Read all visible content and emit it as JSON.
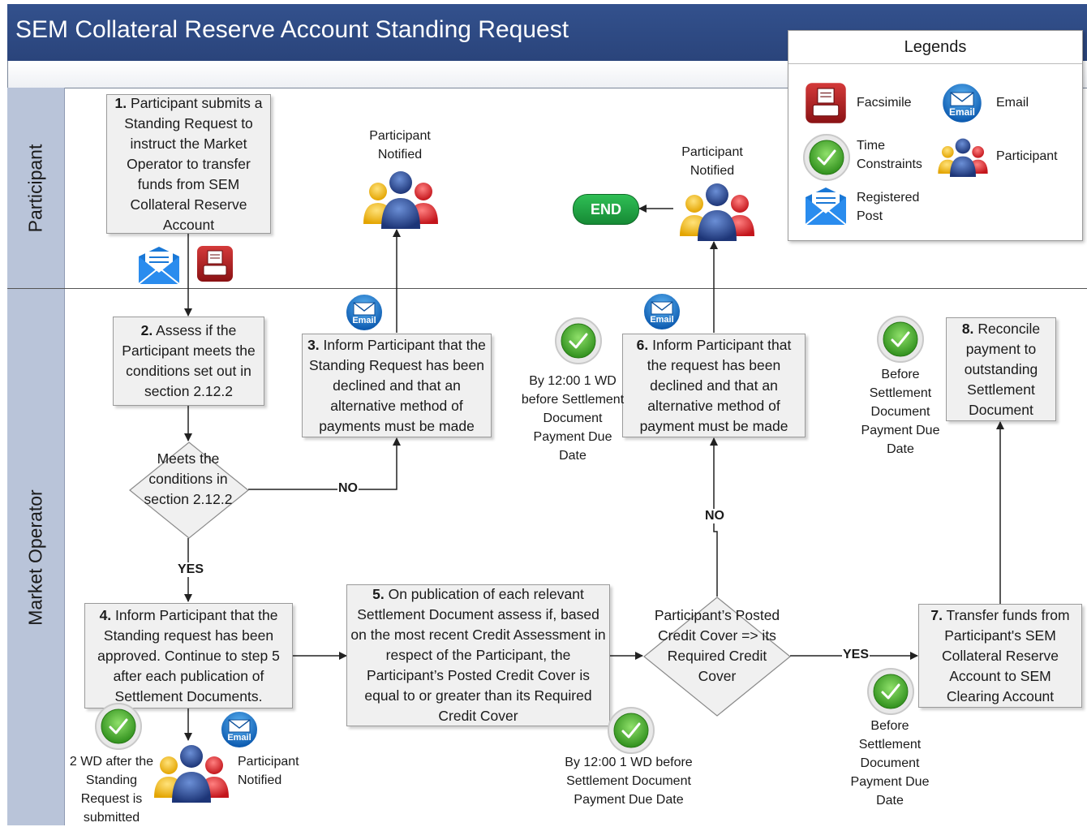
{
  "title": "SEM Collateral Reserve Account Standing Request",
  "lanes": {
    "participant": "Participant",
    "market_operator": "Market Operator"
  },
  "legend": {
    "title": "Legends",
    "facsimile": "Facsimile",
    "email": "Email",
    "time_line1": "Time",
    "time_line2": "Constraints",
    "participant": "Participant",
    "post_line1": "Registered",
    "post_line2": "Post"
  },
  "steps": {
    "s1": {
      "num": "1.",
      "text": "Participant submits a Standing Request to instruct the Market Operator to transfer funds from SEM Collateral Reserve Account"
    },
    "s2": {
      "num": "2.",
      "text": "Assess if the Participant meets the conditions set out in section 2.12.2"
    },
    "s3": {
      "num": "3.",
      "text": " Inform Participant that the Standing Request has been declined and that an alternative method of payments must be made"
    },
    "s4": {
      "num": "4.",
      "text": "Inform Participant that the Standing request has been approved. Continue to step 5 after each publication of Settlement Documents."
    },
    "s5": {
      "num": "5.",
      "text": "On publication of each relevant Settlement Document assess if, based on the most recent Credit Assessment in respect of the Participant, the Participant’s Posted Credit Cover is equal to or greater than its Required Credit Cover"
    },
    "s6": {
      "num": "6.",
      "text": "Inform Participant that the request has been declined and that an alternative method of payment must be made"
    },
    "s7": {
      "num": "7.",
      "text": "Transfer funds from Participant's SEM Collateral Reserve Account to SEM Clearing Account"
    },
    "s8": {
      "num": "8.",
      "text": "Reconcile payment to outstanding Settlement Document"
    }
  },
  "decisions": {
    "d1": "Meets the conditions  in section 2.12.2",
    "d2": "Participant’s Posted Credit Cover => its Required Credit Cover"
  },
  "flow_labels": {
    "no1": "NO",
    "yes1": "YES",
    "no2": "NO",
    "yes2": "YES"
  },
  "end_label": "END",
  "email_icon_text": "Email",
  "annotations": {
    "notified_a": "Participant Notified",
    "notified_b": "Participant Notified",
    "notified_c": "Participant Notified",
    "time_a": "By 12:00 1 WD before Settlement Document Payment Due Date",
    "time_b": "Before Settlement Document Payment Due Date",
    "time_c": "2 WD after the Standing Request is submitted",
    "time_d": "By 12:00 1 WD before Settlement Document Payment Due Date",
    "time_e": "Before Settlement Document Payment Due Date"
  },
  "colors": {
    "title_bar": "#2e4a85",
    "lane": "#b9c4d9",
    "end_button": "#1f9e45",
    "facsimile": "#a3191c",
    "email": "#1a6fc9"
  }
}
